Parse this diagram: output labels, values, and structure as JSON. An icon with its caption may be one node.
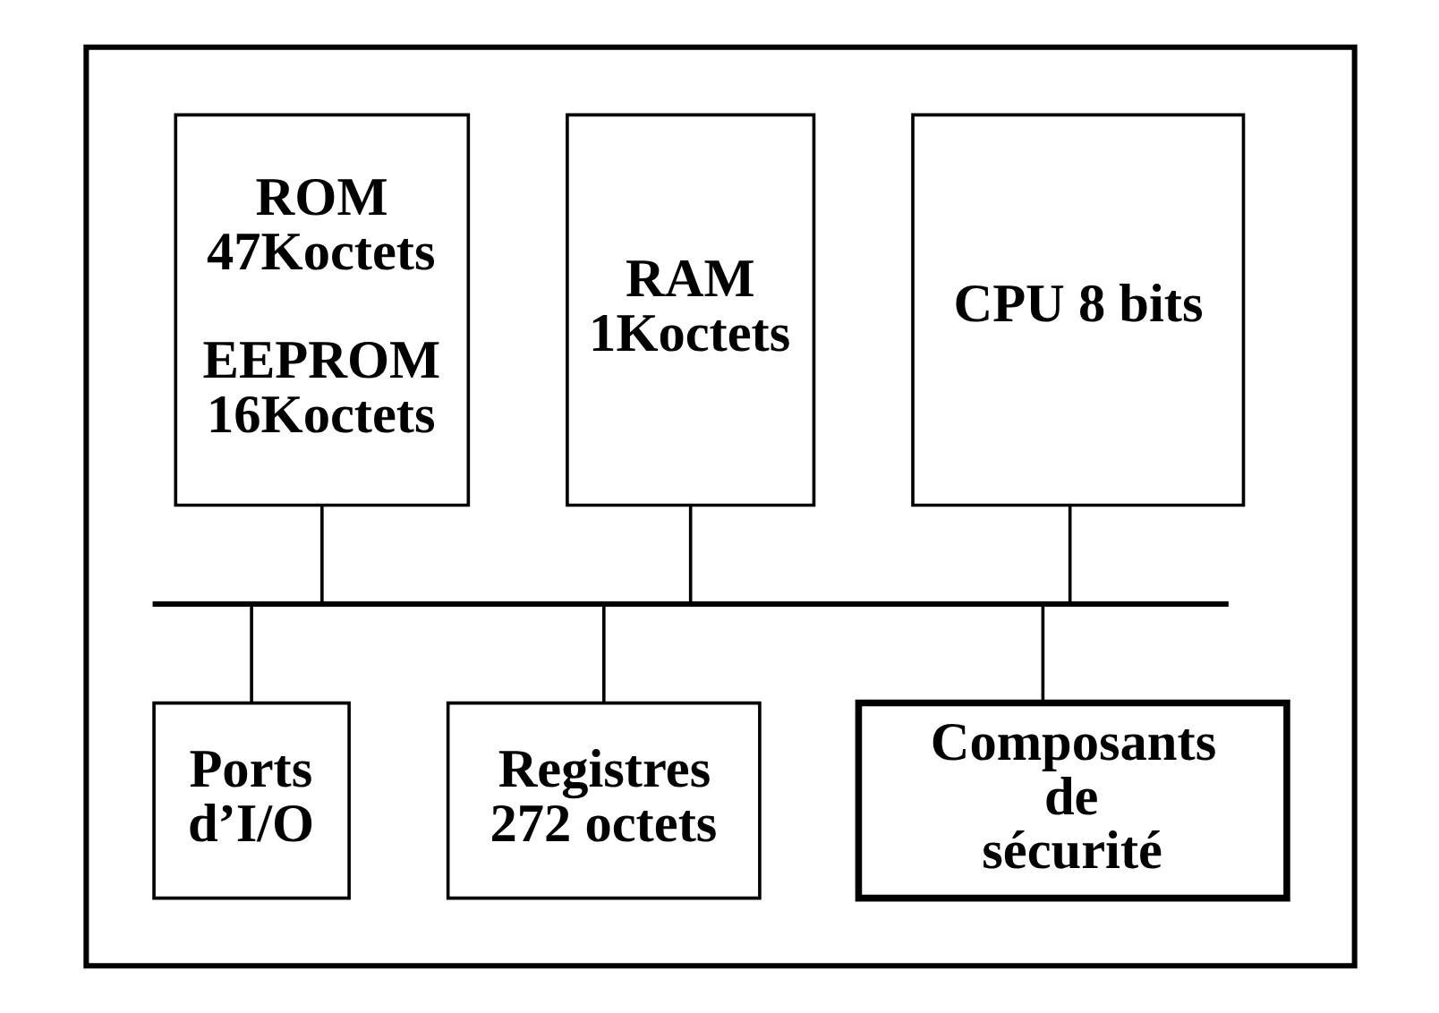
{
  "diagram": {
    "nodes": [
      {
        "text": [],
        "shape": "box"
      },
      {
        "text": [
          "CPU 8 bits"
        ],
        "in": 0
      },
      {
        "text": [
          "RAM 1Koctets"
        ],
        "in": 0
      },
      {
        "text": [
          "ROM 47Koctets",
          "EEPROM 16Koctets"
        ],
        "in": 0
      },
      {
        "text": [],
        "shape": "bar",
        "in": 0
      },
      {
        "text": [
          "Ports d’I/O"
        ],
        "in": 0
      },
      {
        "text": [
          "Registres 272 octets"
        ],
        "in": 0
      },
      {
        "text": [
          "Composants de sécurité"
        ],
        "in": 0
      }
    ],
    "edges": [
      {
        "from": 1,
        "to": 4,
        "arrow": "none"
      },
      {
        "from": 2,
        "to": 4,
        "arrow": "none"
      },
      {
        "from": 3,
        "to": 4,
        "arrow": "none"
      },
      {
        "from": 4,
        "to": 5,
        "arrow": "none"
      },
      {
        "from": 4,
        "to": 6,
        "arrow": "none"
      },
      {
        "from": 4,
        "to": 7,
        "arrow": "none"
      }
    ]
  }
}
